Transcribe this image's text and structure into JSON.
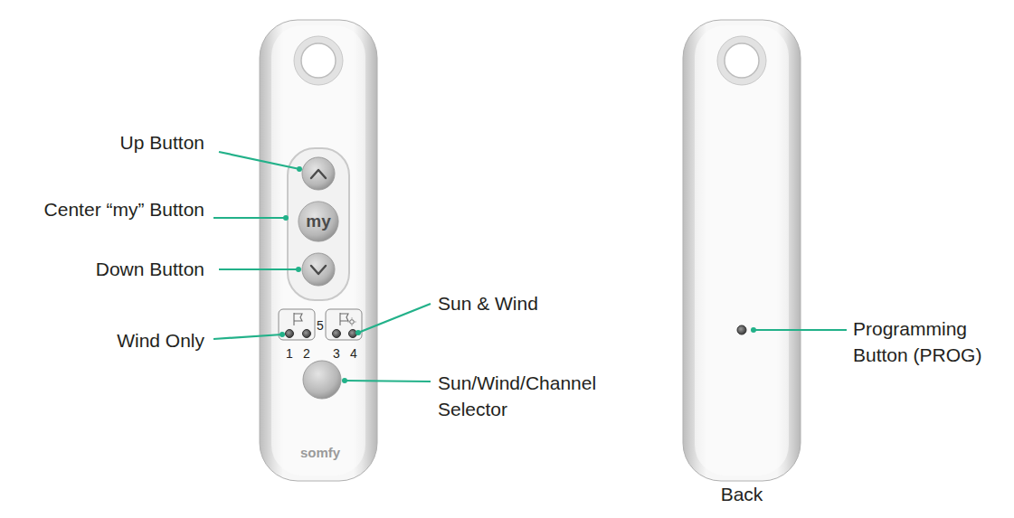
{
  "diagram": {
    "nodes": [
      {
        "text": [
          "my"
        ]
      }
    ],
    "labels": [
      "Up Button",
      "Center “my” Button",
      "Down Button",
      "Wind Only",
      "Sun & Wind",
      "Sun/Wind/Channel Selector",
      "1",
      "2",
      "3",
      "4",
      "5",
      "somfy",
      "Programming Button (PROG)",
      "Back"
    ]
  }
}
